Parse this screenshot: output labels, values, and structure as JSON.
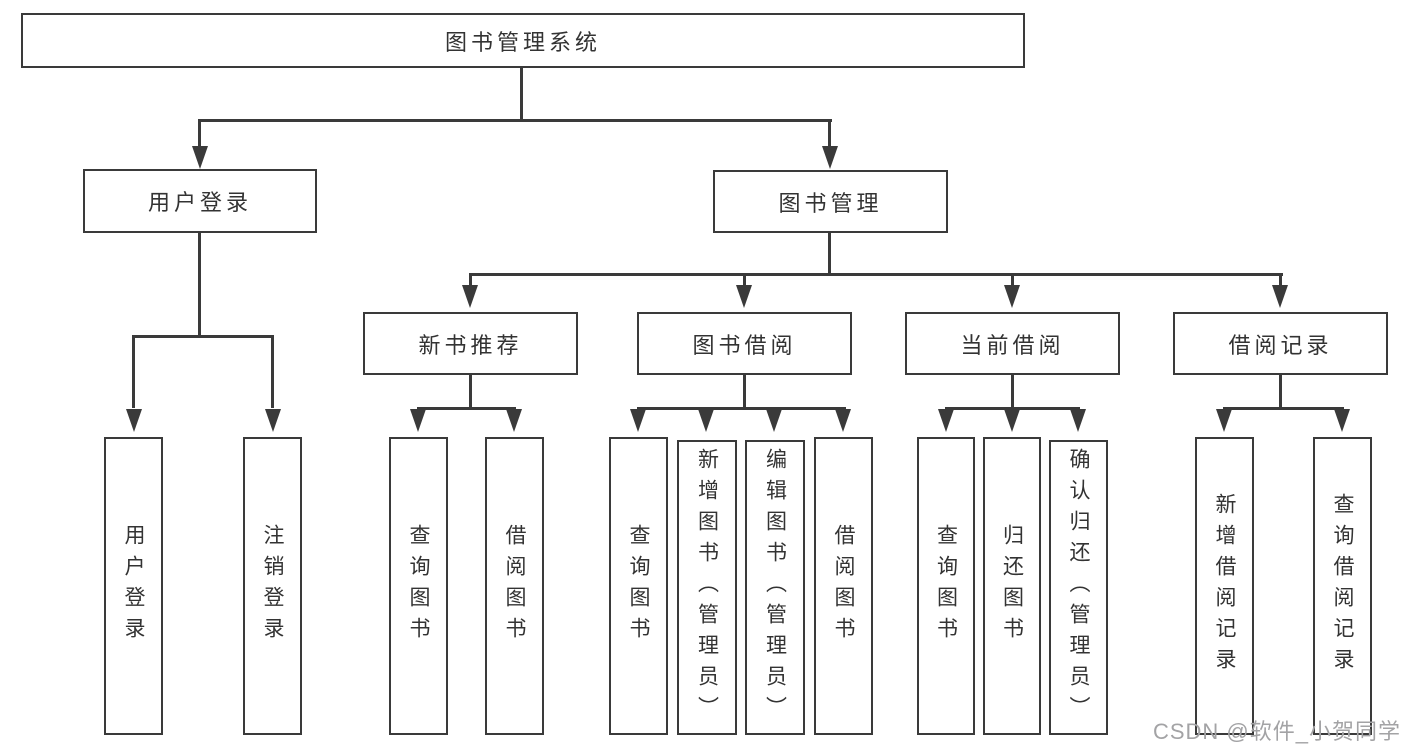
{
  "diagram": {
    "title": "图书管理系统",
    "watermark": "CSDN @软件_小贺同学",
    "colors": {
      "line": "#3a3a3a",
      "text": "#333333",
      "background": "#ffffff",
      "watermark": "#a3a3a5"
    },
    "root": {
      "label": "图书管理系统"
    },
    "level2": [
      {
        "label": "用户登录"
      },
      {
        "label": "图书管理"
      }
    ],
    "level3": [
      {
        "label": "新书推荐"
      },
      {
        "label": "图书借阅"
      },
      {
        "label": "当前借阅"
      },
      {
        "label": "借阅记录"
      }
    ],
    "leaves": {
      "user_login": [
        "用户登录",
        "注销登录"
      ],
      "new_book_recommend": [
        "查询图书",
        "借阅图书"
      ],
      "book_borrow": [
        "查询图书",
        "新增图书（管理员）",
        "编辑图书（管理员）",
        "借阅图书"
      ],
      "current_borrow": [
        "查询图书",
        "归还图书",
        "确认归还（管理员）"
      ],
      "borrow_records": [
        "新增借阅记录",
        "查询借阅记录"
      ]
    }
  }
}
